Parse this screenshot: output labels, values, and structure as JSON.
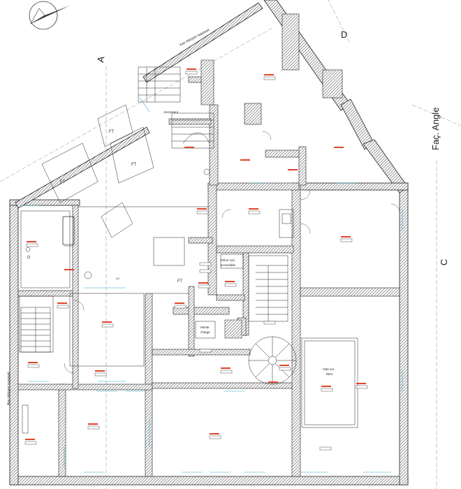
{
  "labels": {
    "ascenseur": "Ascenseur",
    "axe_top": "Axe mitoyen supposé",
    "axe_left": "Axe mitoyen supposé",
    "fac_angle": "Faç. Angle",
    "axis_a": "A",
    "axis_d": "D",
    "axis_c": "C",
    "piece_non_accessible_1": "Pièce non",
    "piece_non_accessible_2": "accessible",
    "monte_charge_1": "Monte",
    "monte_charge_2": "charge",
    "vide_rdc_1": "Vide sur",
    "vide_rdc_2": "RDC",
    "ft_1": "FT",
    "ft_2": "FT",
    "ft_3": "FT",
    "ft_4": "FT",
    "small_label": "A/C"
  },
  "colors": {
    "wall_hatch": "#555555",
    "line": "#222222",
    "annotation_red": "#e0442a",
    "annotation_cyan": "#28a8c8"
  },
  "icons": [
    "north-arrow-icon"
  ]
}
